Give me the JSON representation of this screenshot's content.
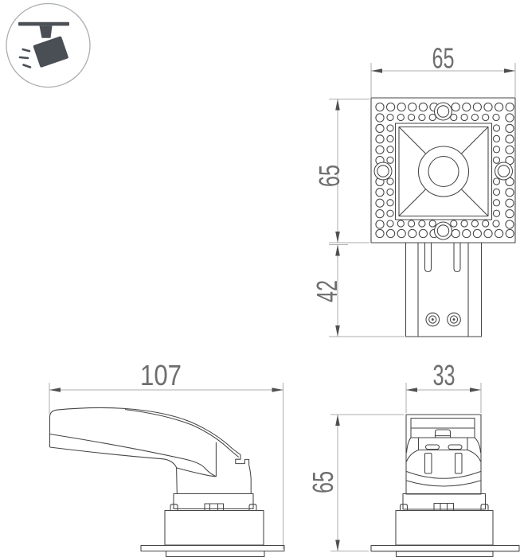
{
  "page": {
    "background": "#ffffff",
    "kind": "luminaire technical drawing"
  },
  "logo": {
    "icon": "track-spotlight-icon"
  },
  "dimensions": {
    "top_view": {
      "width": "65",
      "height": "65",
      "bracket_depth": "42"
    },
    "side_view": {
      "length": "107"
    },
    "front_view": {
      "width": "33",
      "height": "65"
    }
  },
  "colors": {
    "outline": "#454545",
    "dimension_lines": "#adadad",
    "arrowheads": "#4f4f4f",
    "dimension_text": "#6e6e6e",
    "logo_glyph": "#4a4f55",
    "logo_ring": "#abafb2"
  }
}
